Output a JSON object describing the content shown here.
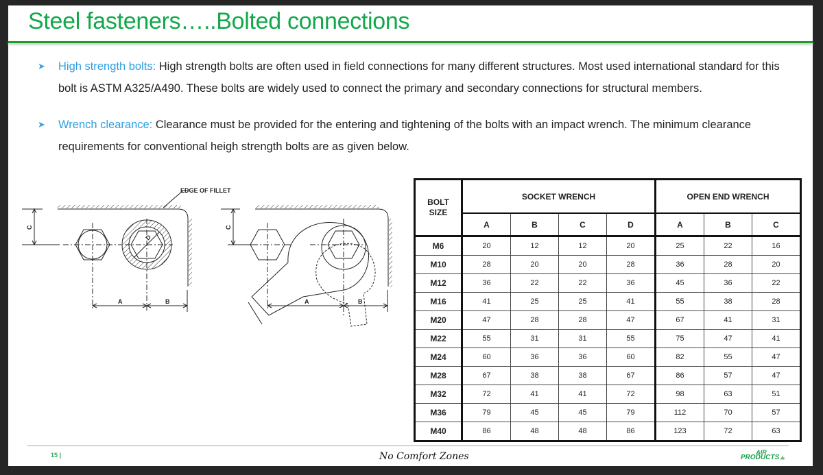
{
  "slide": {
    "title": "Steel fasteners…..Bolted connections",
    "bullets": [
      {
        "icon": "arrow-bullet-icon",
        "lead": "High strength bolts:",
        "text": " High strength bolts are often used in field connections for many different structures. Most used international standard for this bolt is ASTM A325/A490. These bolts are widely used to connect the primary and secondary connections for structural members."
      },
      {
        "icon": "arrow-bullet-icon",
        "lead": "Wrench clearance:",
        "text": " Clearance must be provided for the entering and tightening of the bolts with an impact wrench. The minimum clearance requirements for conventional heigh strength bolts are as given below."
      }
    ],
    "diagram": {
      "callout": "EDGE OF FILLET",
      "labels": {
        "a": "A",
        "b": "B",
        "c": "C",
        "d": "D"
      }
    },
    "table": {
      "bolt_size_header_1": "BOLT",
      "bolt_size_header_2": "SIZE",
      "socket_header": "SOCKET WRENCH",
      "open_end_header": "OPEN END WRENCH",
      "socket_cols": [
        "A",
        "B",
        "C",
        "D"
      ],
      "open_cols": [
        "A",
        "B",
        "C"
      ],
      "rows": [
        {
          "size": "M6",
          "socket": [
            "20",
            "12",
            "12",
            "20"
          ],
          "open": [
            "25",
            "22",
            "16"
          ]
        },
        {
          "size": "M10",
          "socket": [
            "28",
            "20",
            "20",
            "28"
          ],
          "open": [
            "36",
            "28",
            "20"
          ]
        },
        {
          "size": "M12",
          "socket": [
            "36",
            "22",
            "22",
            "36"
          ],
          "open": [
            "45",
            "36",
            "22"
          ]
        },
        {
          "size": "M16",
          "socket": [
            "41",
            "25",
            "25",
            "41"
          ],
          "open": [
            "55",
            "38",
            "28"
          ]
        },
        {
          "size": "M20",
          "socket": [
            "47",
            "28",
            "28",
            "47"
          ],
          "open": [
            "67",
            "41",
            "31"
          ]
        },
        {
          "size": "M22",
          "socket": [
            "55",
            "31",
            "31",
            "55"
          ],
          "open": [
            "75",
            "47",
            "41"
          ]
        },
        {
          "size": "M24",
          "socket": [
            "60",
            "36",
            "36",
            "60"
          ],
          "open": [
            "82",
            "55",
            "47"
          ]
        },
        {
          "size": "M28",
          "socket": [
            "67",
            "38",
            "38",
            "67"
          ],
          "open": [
            "86",
            "57",
            "47"
          ]
        },
        {
          "size": "M32",
          "socket": [
            "72",
            "41",
            "41",
            "72"
          ],
          "open": [
            "98",
            "63",
            "51"
          ]
        },
        {
          "size": "M36",
          "socket": [
            "79",
            "45",
            "45",
            "79"
          ],
          "open": [
            "112",
            "70",
            "57"
          ]
        },
        {
          "size": "M40",
          "socket": [
            "86",
            "48",
            "48",
            "86"
          ],
          "open": [
            "123",
            "72",
            "63"
          ]
        }
      ]
    },
    "footer": {
      "page_number": "15 |",
      "tagline": "No Comfort Zones",
      "logo_top": "AIR",
      "logo_bottom": "PRODUCTS"
    },
    "colors": {
      "title_green": "#12a84a",
      "rule_green": "#1f9d2a",
      "lead_blue": "#2d9fe2",
      "frame": "#262626"
    }
  }
}
